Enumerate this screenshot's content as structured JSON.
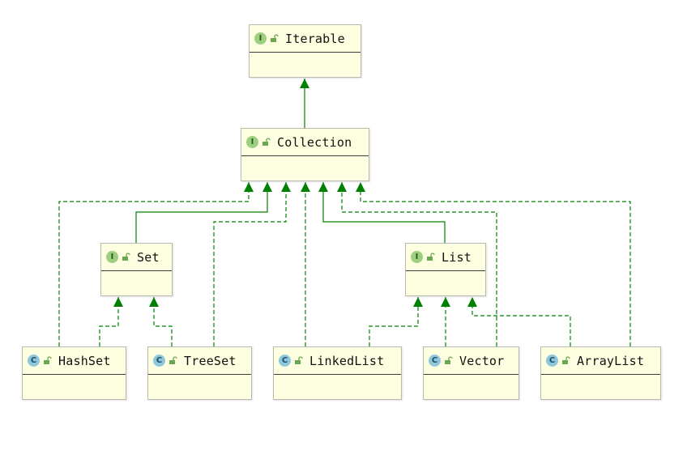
{
  "diagram": {
    "nodes": [
      {
        "id": "iterable",
        "name": "Iterable",
        "kind": "interface",
        "kind_letter": "I"
      },
      {
        "id": "collection",
        "name": "Collection",
        "kind": "interface",
        "kind_letter": "I"
      },
      {
        "id": "set",
        "name": "Set",
        "kind": "interface",
        "kind_letter": "I"
      },
      {
        "id": "list",
        "name": "List",
        "kind": "interface",
        "kind_letter": "I"
      },
      {
        "id": "hashset",
        "name": "HashSet",
        "kind": "class",
        "kind_letter": "C"
      },
      {
        "id": "treeset",
        "name": "TreeSet",
        "kind": "class",
        "kind_letter": "C"
      },
      {
        "id": "linkedlist",
        "name": "LinkedList",
        "kind": "class",
        "kind_letter": "C"
      },
      {
        "id": "vector",
        "name": "Vector",
        "kind": "class",
        "kind_letter": "C"
      },
      {
        "id": "arraylist",
        "name": "ArrayList",
        "kind": "class",
        "kind_letter": "C"
      }
    ],
    "edges": [
      {
        "from": "collection",
        "to": "iterable",
        "type": "extends",
        "style": "solid"
      },
      {
        "from": "set",
        "to": "collection",
        "type": "extends",
        "style": "solid"
      },
      {
        "from": "list",
        "to": "collection",
        "type": "extends",
        "style": "solid"
      },
      {
        "from": "hashset",
        "to": "collection",
        "type": "implements",
        "style": "dashed"
      },
      {
        "from": "treeset",
        "to": "collection",
        "type": "implements",
        "style": "dashed"
      },
      {
        "from": "linkedlist",
        "to": "collection",
        "type": "implements",
        "style": "dashed"
      },
      {
        "from": "vector",
        "to": "collection",
        "type": "implements",
        "style": "dashed"
      },
      {
        "from": "arraylist",
        "to": "collection",
        "type": "implements",
        "style": "dashed"
      },
      {
        "from": "hashset",
        "to": "set",
        "type": "implements",
        "style": "dashed"
      },
      {
        "from": "treeset",
        "to": "set",
        "type": "implements",
        "style": "dashed"
      },
      {
        "from": "linkedlist",
        "to": "list",
        "type": "implements",
        "style": "dashed"
      },
      {
        "from": "vector",
        "to": "list",
        "type": "implements",
        "style": "dashed"
      },
      {
        "from": "arraylist",
        "to": "list",
        "type": "implements",
        "style": "dashed"
      }
    ],
    "colors": {
      "edge": "#008000",
      "node_fill": "#fefee0",
      "node_border": "#b9b9b0",
      "interface_badge": "#9ccf80",
      "class_badge": "#8ec6dc",
      "lock_icon": "#6aa84f"
    },
    "icons": {
      "interface": "interface-badge-icon",
      "class": "class-badge-icon",
      "visibility": "open-lock-icon"
    }
  }
}
